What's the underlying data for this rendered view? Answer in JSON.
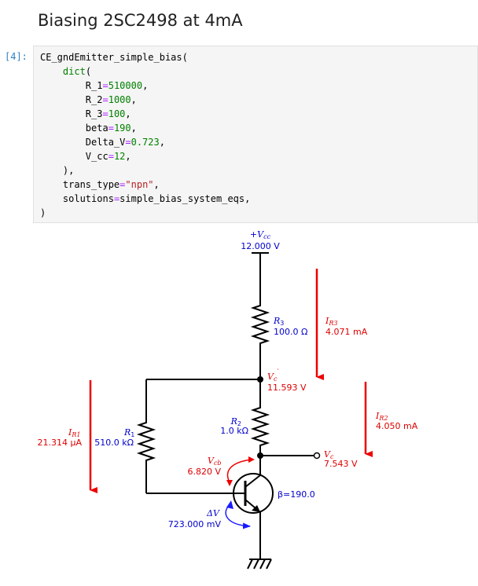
{
  "heading": "Biasing 2SC2498 at 4mA",
  "cell": {
    "prompt": "[4]:",
    "code": {
      "func": "CE_gndEmitter_simple_bias(",
      "dict": "dict",
      "params": [
        {
          "name": "R_1",
          "value": "510000"
        },
        {
          "name": "R_2",
          "value": "1000"
        },
        {
          "name": "R_3",
          "value": "100"
        },
        {
          "name": "beta",
          "value": "190"
        },
        {
          "name": "Delta_V",
          "value": "0.723"
        },
        {
          "name": "V_cc",
          "value": "12"
        }
      ],
      "trans_type_key": "trans_type",
      "trans_type_val": "\"npn\"",
      "solutions_key": "solutions",
      "solutions_val": "simple_bias_system_eqs"
    }
  },
  "schematic": {
    "vcc": {
      "label_pre": "+",
      "label_var": "V",
      "label_sub": "cc",
      "value": "12.000 V"
    },
    "r3": {
      "var": "R",
      "sub": "3",
      "value": "100.0 Ω"
    },
    "ir3": {
      "var": "I",
      "sub": "R3",
      "value": "4.071 mA"
    },
    "vc_prime": {
      "var": "V",
      "sub": "c",
      "sup": "′",
      "value": "11.593 V"
    },
    "r2": {
      "var": "R",
      "sub": "2",
      "value": "1.0 kΩ"
    },
    "ir2": {
      "var": "I",
      "sub": "R2",
      "value": "4.050 mA"
    },
    "r1": {
      "var": "R",
      "sub": "1",
      "value": "510.0 kΩ"
    },
    "ir1": {
      "var": "I",
      "sub": "R1",
      "value": "21.314 μA"
    },
    "vc": {
      "var": "V",
      "sub": "c",
      "value": "7.543 V"
    },
    "vcb": {
      "var": "V",
      "sub": "cb",
      "value": "6.820 V"
    },
    "beta": {
      "text": "β=190.0"
    },
    "dv": {
      "var": "ΔV",
      "value": "723.000 mV"
    },
    "colors": {
      "wire": "#000000",
      "blue_label": "#0000cc",
      "red_label": "#dd0000",
      "arrow_red": "#ee0000",
      "arrow_blue": "#1a1aff"
    }
  }
}
